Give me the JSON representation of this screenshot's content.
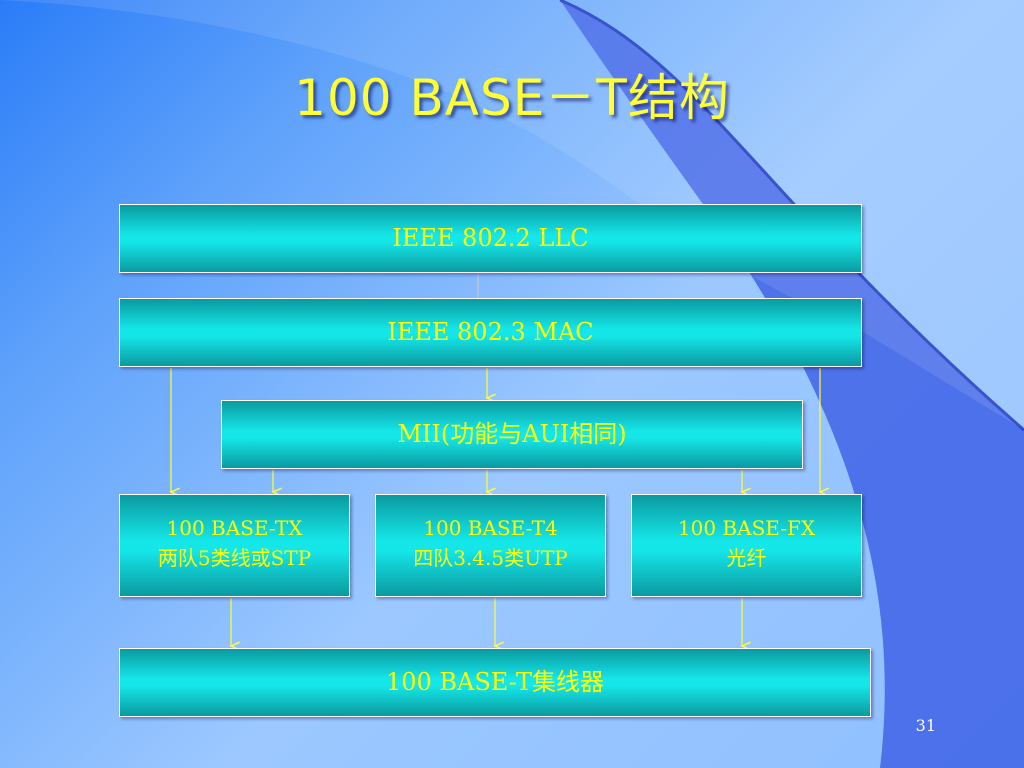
{
  "slide": {
    "title": "100 BASE－T结构",
    "page_number": "31"
  },
  "layers": {
    "llc": "IEEE 802.2 LLC",
    "mac": "IEEE 802.3 MAC",
    "mii": "MII(功能与AUI相同)",
    "tx": {
      "line1": "100 BASE-TX",
      "line2": "两队5类线或STP"
    },
    "t4": {
      "line1": "100 BASE-T4",
      "line2": "四队3.4.5类UTP"
    },
    "fx": {
      "line1": "100 BASE-FX",
      "line2": "光纤"
    },
    "hub": "100 BASE-T集线器"
  },
  "colors": {
    "text": "#ffff00",
    "box": "#15e6e8",
    "arrow": "#ffff33"
  }
}
